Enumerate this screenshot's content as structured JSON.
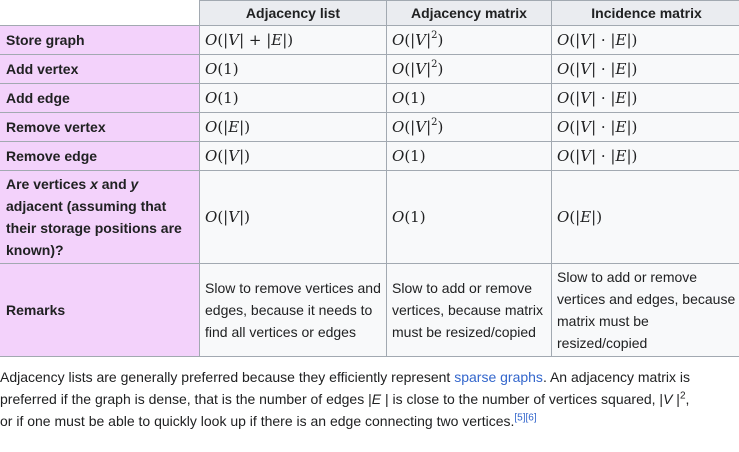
{
  "table": {
    "headers": [
      "",
      "Adjacency list",
      "Adjacency matrix",
      "Incidence matrix"
    ],
    "rows": [
      {
        "label": "Store graph",
        "cells": [
          "O(|V| + |E|)",
          "O(|V|2)",
          "O(|V| · |E|)"
        ]
      },
      {
        "label": "Add vertex",
        "cells": [
          "O(1)",
          "O(|V|2)",
          "O(|V| · |E|)"
        ]
      },
      {
        "label": "Add edge",
        "cells": [
          "O(1)",
          "O(1)",
          "O(|V| · |E|)"
        ]
      },
      {
        "label": "Remove vertex",
        "cells": [
          "O(|E|)",
          "O(|V|2)",
          "O(|V| · |E|)"
        ]
      },
      {
        "label": "Remove edge",
        "cells": [
          "O(|V|)",
          "O(1)",
          "O(|V| · |E|)"
        ]
      },
      {
        "label_parts": [
          "Are vertices ",
          "x",
          " and ",
          "y",
          " adjacent (assuming that their storage positions are known)?"
        ],
        "cells": [
          "O(|V|)",
          "O(1)",
          "O(|E|)"
        ]
      },
      {
        "label": "Remarks",
        "cells": [
          "Slow to remove vertices and edges, because it needs to find all vertices or edges",
          "Slow to add or remove vertices, because matrix must be resized/copied",
          "Slow to add or remove vertices and edges, because matrix must be resized/copied"
        ]
      }
    ]
  },
  "paragraph": {
    "t1": "Adjacency lists are generally preferred because they efficiently represent ",
    "link": "sparse graphs",
    "t2": ". An adjacency matrix is preferred if the graph is dense, that is the number of edges |",
    "e": "E",
    "t3": " | is close to the number of vertices squared, |",
    "v": "V",
    "t4": " |",
    "sq": "2",
    "t5": ", or if one must be able to quickly look up if there is an edge connecting two vertices.",
    "refs": "[5][6]"
  }
}
